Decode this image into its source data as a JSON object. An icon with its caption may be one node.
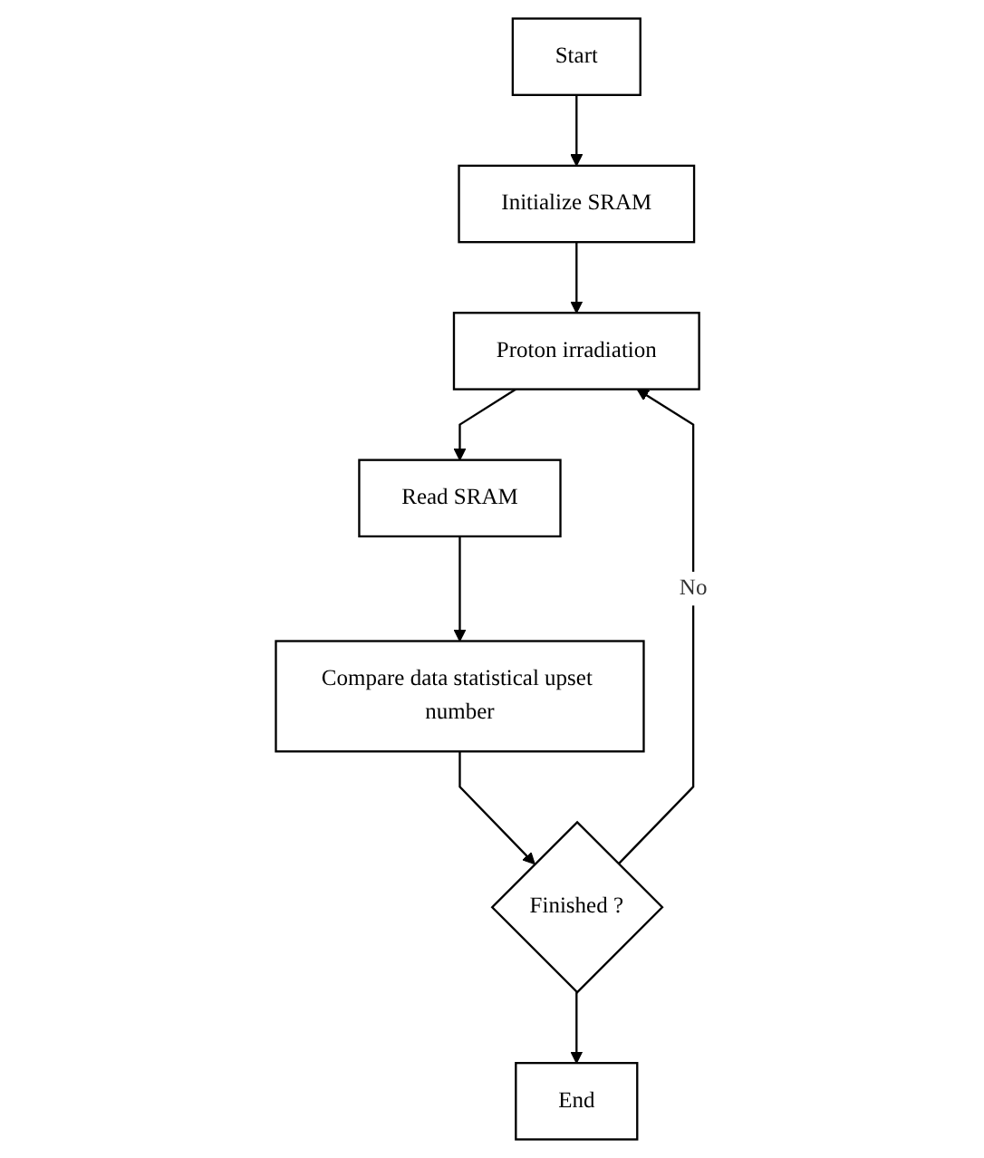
{
  "diagram": {
    "nodes": [
      {
        "text": [
          "Start"
        ]
      },
      {
        "text": [
          "Initialize SRAM"
        ]
      },
      {
        "text": [
          "Proton irradiation"
        ]
      },
      {
        "text": [
          "Read SRAM"
        ]
      },
      {
        "text": [
          "Compare data statistical upset number"
        ]
      },
      {
        "text": [
          "Finished ?"
        ]
      },
      {
        "text": [
          "End"
        ]
      }
    ],
    "edges": [
      {
        "from": 0,
        "to": 1,
        "arrow": "to"
      },
      {
        "from": 1,
        "to": 2,
        "arrow": "to"
      },
      {
        "from": 2,
        "to": 3,
        "arrow": "to"
      },
      {
        "from": 3,
        "to": 4,
        "arrow": "to"
      },
      {
        "from": 4,
        "to": 5,
        "arrow": "to"
      },
      {
        "from": 5,
        "to": 2,
        "arrow": "to",
        "label": "No"
      },
      {
        "from": 5,
        "to": 6,
        "arrow": "to"
      }
    ]
  }
}
